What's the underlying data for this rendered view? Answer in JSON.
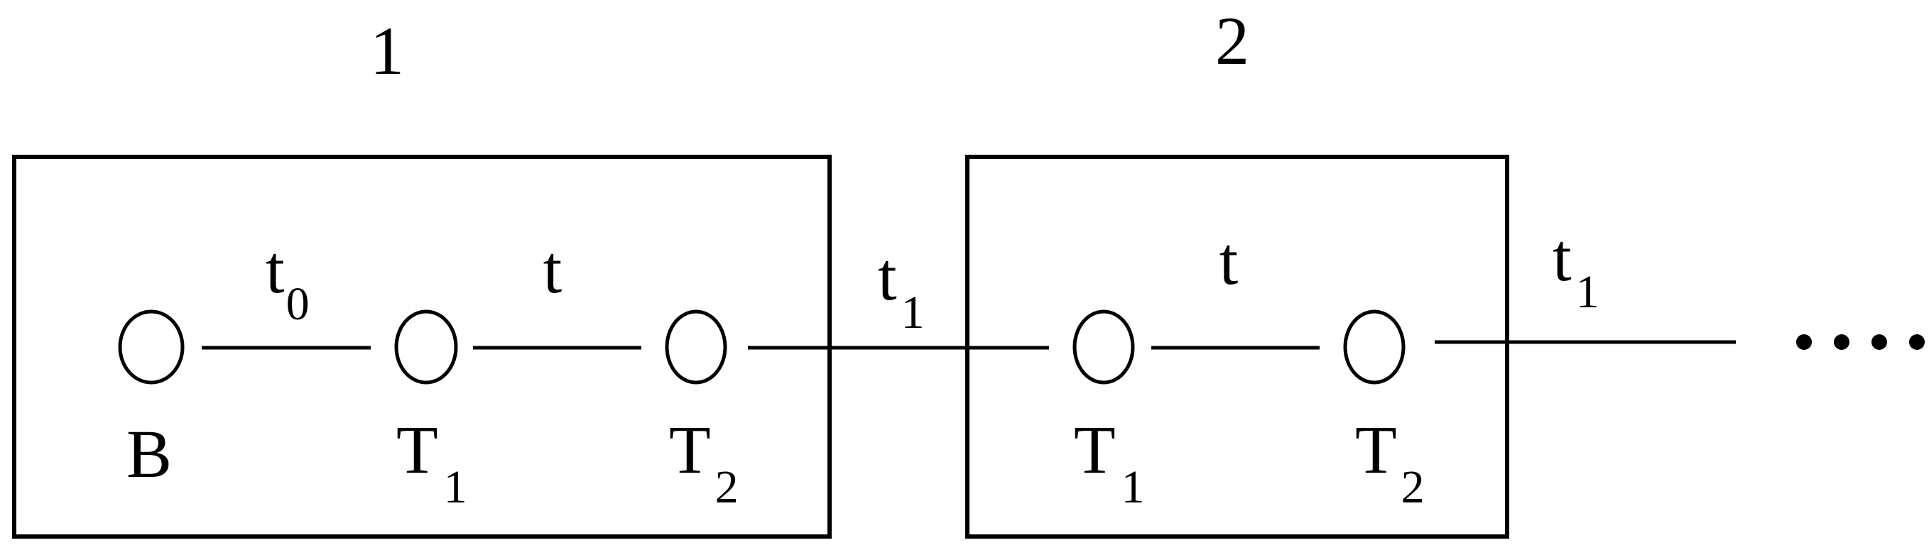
{
  "cells": [
    {
      "label": "1"
    },
    {
      "label": "2"
    }
  ],
  "nodes": [
    {
      "main": "B",
      "sub": ""
    },
    {
      "main": "T",
      "sub": "1"
    },
    {
      "main": "T",
      "sub": "2"
    },
    {
      "main": "T",
      "sub": "1"
    },
    {
      "main": "T",
      "sub": "2"
    }
  ],
  "bonds": [
    {
      "main": "t",
      "sub": "0"
    },
    {
      "main": "t",
      "sub": ""
    },
    {
      "main": "t",
      "sub": "1"
    },
    {
      "main": "t",
      "sub": ""
    },
    {
      "main": "t",
      "sub": "1"
    }
  ],
  "continuation": "...."
}
